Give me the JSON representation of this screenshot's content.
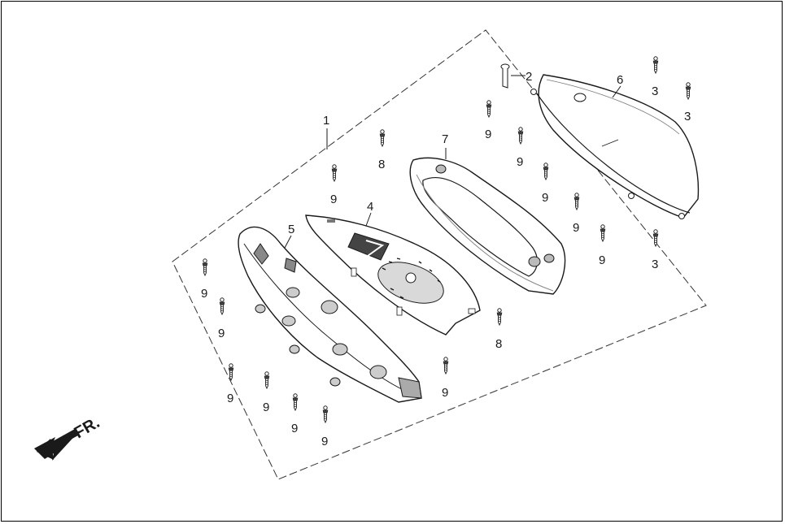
{
  "diagram": {
    "direction_label": "FR.",
    "callouts": [
      {
        "id": "c1",
        "label": "1"
      },
      {
        "id": "c2",
        "label": "2"
      },
      {
        "id": "c3a",
        "label": "3"
      },
      {
        "id": "c3b",
        "label": "3"
      },
      {
        "id": "c3c",
        "label": "3"
      },
      {
        "id": "c4",
        "label": "4"
      },
      {
        "id": "c5",
        "label": "5"
      },
      {
        "id": "c6",
        "label": "6"
      },
      {
        "id": "c7",
        "label": "7"
      },
      {
        "id": "c8a",
        "label": "8"
      },
      {
        "id": "c8b",
        "label": "8"
      },
      {
        "id": "c9a",
        "label": "9"
      },
      {
        "id": "c9b",
        "label": "9"
      },
      {
        "id": "c9c",
        "label": "9"
      },
      {
        "id": "c9d",
        "label": "9"
      },
      {
        "id": "c9e",
        "label": "9"
      },
      {
        "id": "c9f",
        "label": "9"
      },
      {
        "id": "c9g",
        "label": "9"
      },
      {
        "id": "c9h",
        "label": "9"
      },
      {
        "id": "c9i",
        "label": "9"
      },
      {
        "id": "c9j",
        "label": "9"
      },
      {
        "id": "c9k",
        "label": "9"
      },
      {
        "id": "c9l",
        "label": "9"
      },
      {
        "id": "c9m",
        "label": "9"
      }
    ],
    "colors": {
      "line": "#1a1a1a",
      "fill": "#ffffff",
      "shade": "#bdbdbd",
      "dark": "#555555"
    }
  }
}
